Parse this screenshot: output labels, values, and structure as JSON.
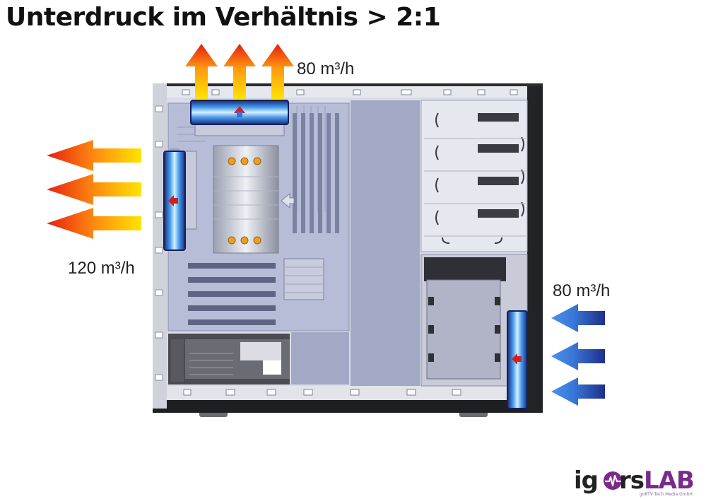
{
  "title": "Unterdruck im Verhältnis > 2:1",
  "flows": {
    "top_exhaust": "80 m³/h",
    "rear_exhaust": "120 m³/h",
    "front_intake": "80 m³/h"
  },
  "logo": {
    "text_main": "ig",
    "text_mid": "rs",
    "text_lab": "LAB",
    "subtitle": "go8TV Tech Media GmbH"
  },
  "colors": {
    "exhaust_hot": "#e8210f",
    "exhaust_warm": "#ffe000",
    "intake_dark": "#1d3f9a",
    "intake_light": "#ffffff",
    "fan_blue": "#2e6fe0"
  }
}
